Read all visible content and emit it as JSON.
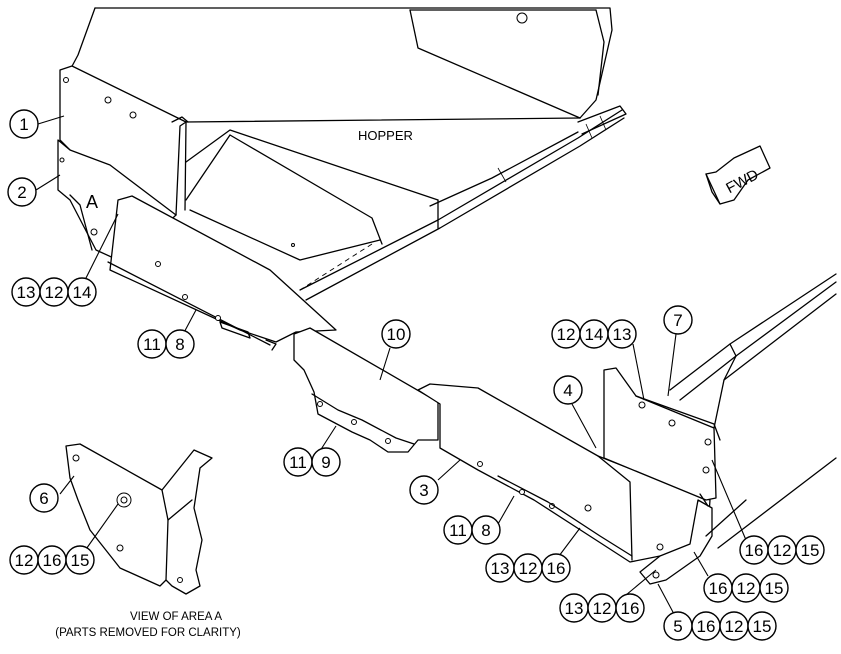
{
  "labels": {
    "hopper": "HOPPER",
    "area_marker": "A",
    "fwd": "FWD",
    "view_caption_line1": "VIEW OF AREA A",
    "view_caption_line2": "(PARTS REMOVED FOR CLARITY)"
  },
  "callouts": [
    {
      "name": "callout-1",
      "items": [
        "1"
      ]
    },
    {
      "name": "callout-2",
      "items": [
        "2"
      ]
    },
    {
      "name": "callout-13-12-14",
      "items": [
        "13",
        "12",
        "14"
      ]
    },
    {
      "name": "callout-11-8-left",
      "items": [
        "11",
        "8"
      ]
    },
    {
      "name": "callout-10",
      "items": [
        "10"
      ]
    },
    {
      "name": "callout-11-9",
      "items": [
        "11",
        "9"
      ]
    },
    {
      "name": "callout-12-14-13",
      "items": [
        "12",
        "14",
        "13"
      ]
    },
    {
      "name": "callout-7",
      "items": [
        "7"
      ]
    },
    {
      "name": "callout-4",
      "items": [
        "4"
      ]
    },
    {
      "name": "callout-3",
      "items": [
        "3"
      ]
    },
    {
      "name": "callout-11-8-right",
      "items": [
        "11",
        "8"
      ]
    },
    {
      "name": "callout-16-12-15-upper",
      "items": [
        "16",
        "12",
        "15"
      ]
    },
    {
      "name": "callout-13-12-16-upper",
      "items": [
        "13",
        "12",
        "16"
      ]
    },
    {
      "name": "callout-16-12-15-lower",
      "items": [
        "16",
        "12",
        "15"
      ]
    },
    {
      "name": "callout-13-12-16-lower",
      "items": [
        "13",
        "12",
        "16"
      ]
    },
    {
      "name": "callout-5-16-12-15",
      "items": [
        "5",
        "16",
        "12",
        "15"
      ]
    },
    {
      "name": "callout-6",
      "items": [
        "6"
      ]
    },
    {
      "name": "callout-12-16-15",
      "items": [
        "12",
        "16",
        "15"
      ]
    }
  ]
}
